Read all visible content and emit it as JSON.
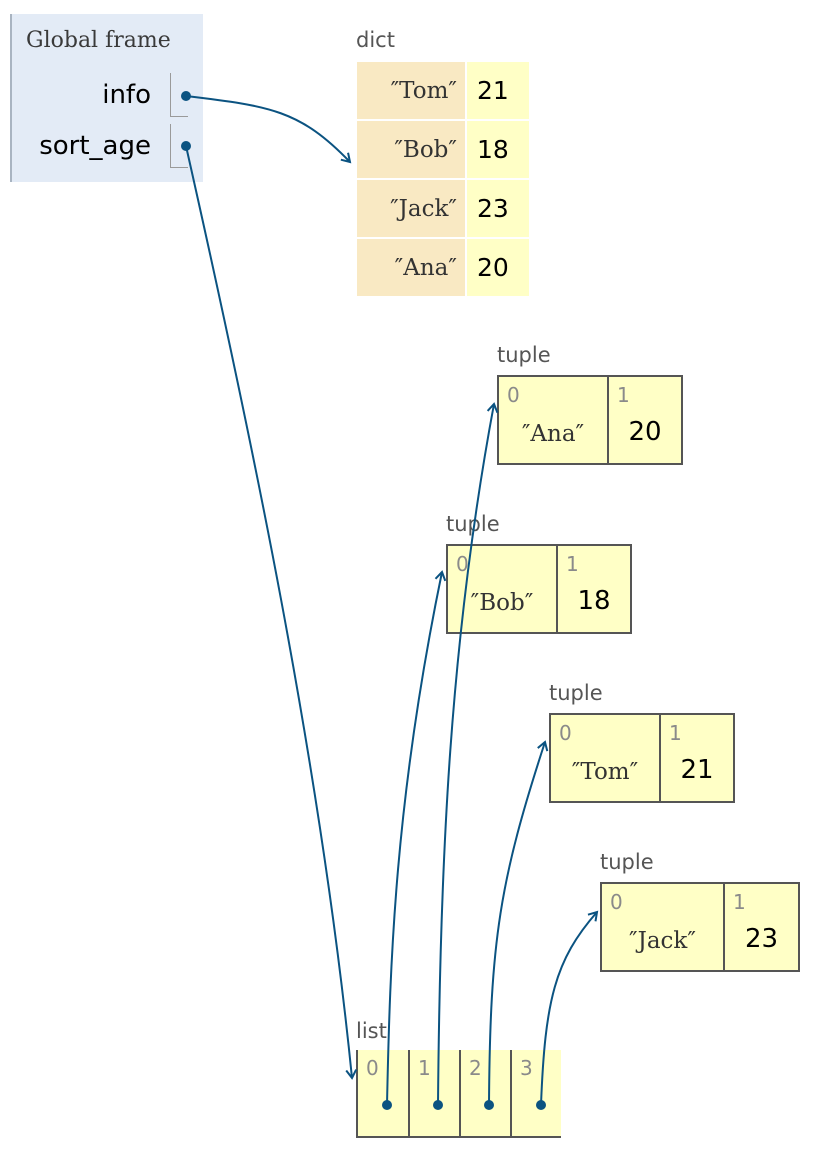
{
  "global_frame": {
    "title": "Global frame",
    "variables": [
      {
        "name": "info"
      },
      {
        "name": "sort_age"
      }
    ]
  },
  "dict_object": {
    "label": "dict",
    "entries": [
      {
        "key": "″Tom″",
        "value": "21"
      },
      {
        "key": "″Bob″",
        "value": "18"
      },
      {
        "key": "″Jack″",
        "value": "23"
      },
      {
        "key": "″Ana″",
        "value": "20"
      }
    ]
  },
  "tuples": [
    {
      "label": "tuple",
      "idx0": "0",
      "idx1": "1",
      "item0": "″Ana″",
      "item1": "20"
    },
    {
      "label": "tuple",
      "idx0": "0",
      "idx1": "1",
      "item0": "″Bob″",
      "item1": "18"
    },
    {
      "label": "tuple",
      "idx0": "0",
      "idx1": "1",
      "item0": "″Tom″",
      "item1": "21"
    },
    {
      "label": "tuple",
      "idx0": "0",
      "idx1": "1",
      "item0": "″Jack″",
      "item1": "23"
    }
  ],
  "list_object": {
    "label": "list",
    "indices": [
      "0",
      "1",
      "2",
      "3"
    ]
  },
  "colors": {
    "pointer": "#0b5381",
    "frame_bg": "#e3ebf6",
    "key_bg": "#f9e9c3",
    "value_bg": "#ffffc6"
  }
}
